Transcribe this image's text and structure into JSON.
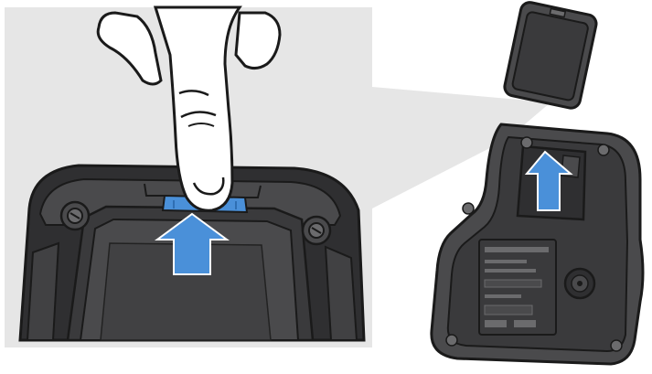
{
  "illustration": {
    "colors": {
      "background": "#ffffff",
      "panel": "#e6e6e6",
      "device_body": "#4a4a4c",
      "device_dark": "#2f2f31",
      "device_edge": "#1b1b1c",
      "device_light": "#6b6b6d",
      "label_plate": "#3a3a3c",
      "finger_fill": "#ffffff",
      "outline": "#1a1a1a",
      "arrow": "#4a90d9",
      "arrow_dark": "#2f6fb3"
    },
    "zoom_detail": {
      "action": "press-release-latch",
      "arrow_direction": "up"
    },
    "overview": {
      "action": "lift-battery-pack",
      "arrow_direction": "up"
    }
  }
}
